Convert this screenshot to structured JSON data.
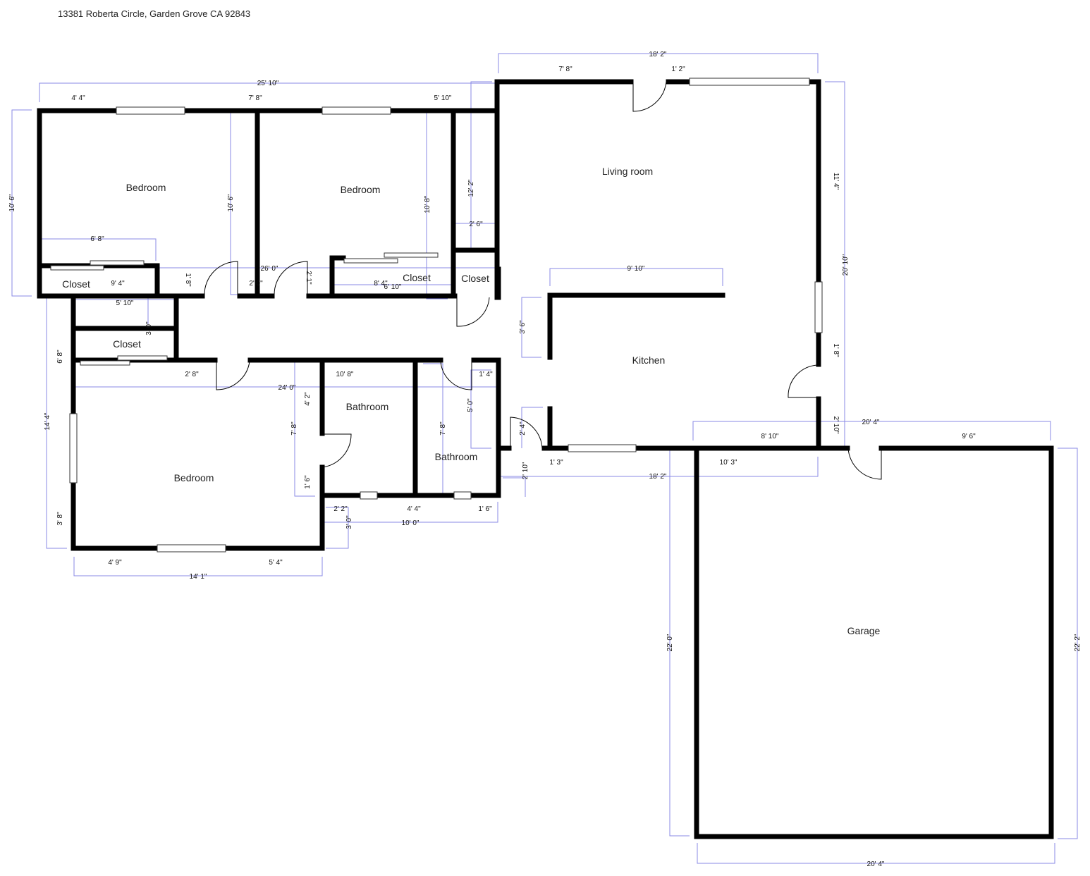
{
  "address": "13381 Roberta Circle, Garden Grove CA 92843",
  "rooms": [
    "Bedroom",
    "Bedroom",
    "Living room",
    "Closet",
    "Closet",
    "Closet",
    "Closet",
    "Kitchen",
    "Bathroom",
    "Bathroom",
    "Bedroom",
    "Garage"
  ],
  "dimensions": [
    "25' 10\"",
    "18' 2\"",
    "7' 8\"",
    "1' 2\"",
    "4' 4\"",
    "7' 8\"",
    "5' 10\"",
    "10' 6\"",
    "10' 6\"",
    "10' 8\"",
    "12' 2\"",
    "11' 4\"",
    "20' 10\"",
    "6' 8\"",
    "2' 6\"",
    "26' 0\"",
    "9' 4\"",
    "1' 8\"",
    "2' 0\"",
    "2' 1\"",
    "8' 4\"",
    "6' 10\"",
    "9' 10\"",
    "5' 10\"",
    "3' 6\"",
    "3' 0\"",
    "6' 8\"",
    "2' 8\"",
    "24' 0\"",
    "10' 8\"",
    "1' 4\"",
    "1' 8\"",
    "4' 2\"",
    "5' 0\"",
    "7' 8\"",
    "7' 8\"",
    "2' 4\"",
    "2' 10\"",
    "20' 4\"",
    "8' 10\"",
    "9' 6\"",
    "14' 4\"",
    "1' 3\"",
    "10' 3\"",
    "2' 10\"",
    "18' 2\"",
    "1' 6\"",
    "3' 8\"",
    "2' 2\"",
    "4' 4\"",
    "1' 6\"",
    "3' 0\"",
    "10' 0\"",
    "4' 9\"",
    "5' 4\"",
    "14' 1\"",
    "22' 0\"",
    "22' 2\"",
    "20' 4\""
  ]
}
